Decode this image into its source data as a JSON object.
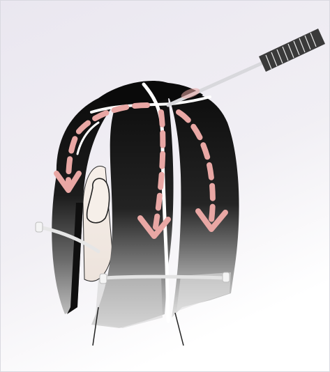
{
  "illustration": {
    "subject": "hair-sectioning-diagram",
    "tool_icon": "rat-tail-comb-icon",
    "direction_marker_icon": "dashed-arrow-icon",
    "section_clip_icon": "clip-marker-icon",
    "direction_arrows": [
      {
        "region": "left-side",
        "direction": "down"
      },
      {
        "region": "center-left",
        "direction": "down"
      },
      {
        "region": "center-right",
        "direction": "down"
      }
    ],
    "colors": {
      "background_top": "#eae7f0",
      "background_bottom": "#ffffff",
      "hair_dark": "#0d0d0d",
      "hair_mid": "#6b6b6b",
      "hair_light": "#d9d9d9",
      "parting_line": "#ffffff",
      "arrow": "#e9a7a4",
      "skin": "#f4ece6",
      "comb": "#3a3a3a",
      "comb_handle": "#d8d8dc"
    }
  }
}
